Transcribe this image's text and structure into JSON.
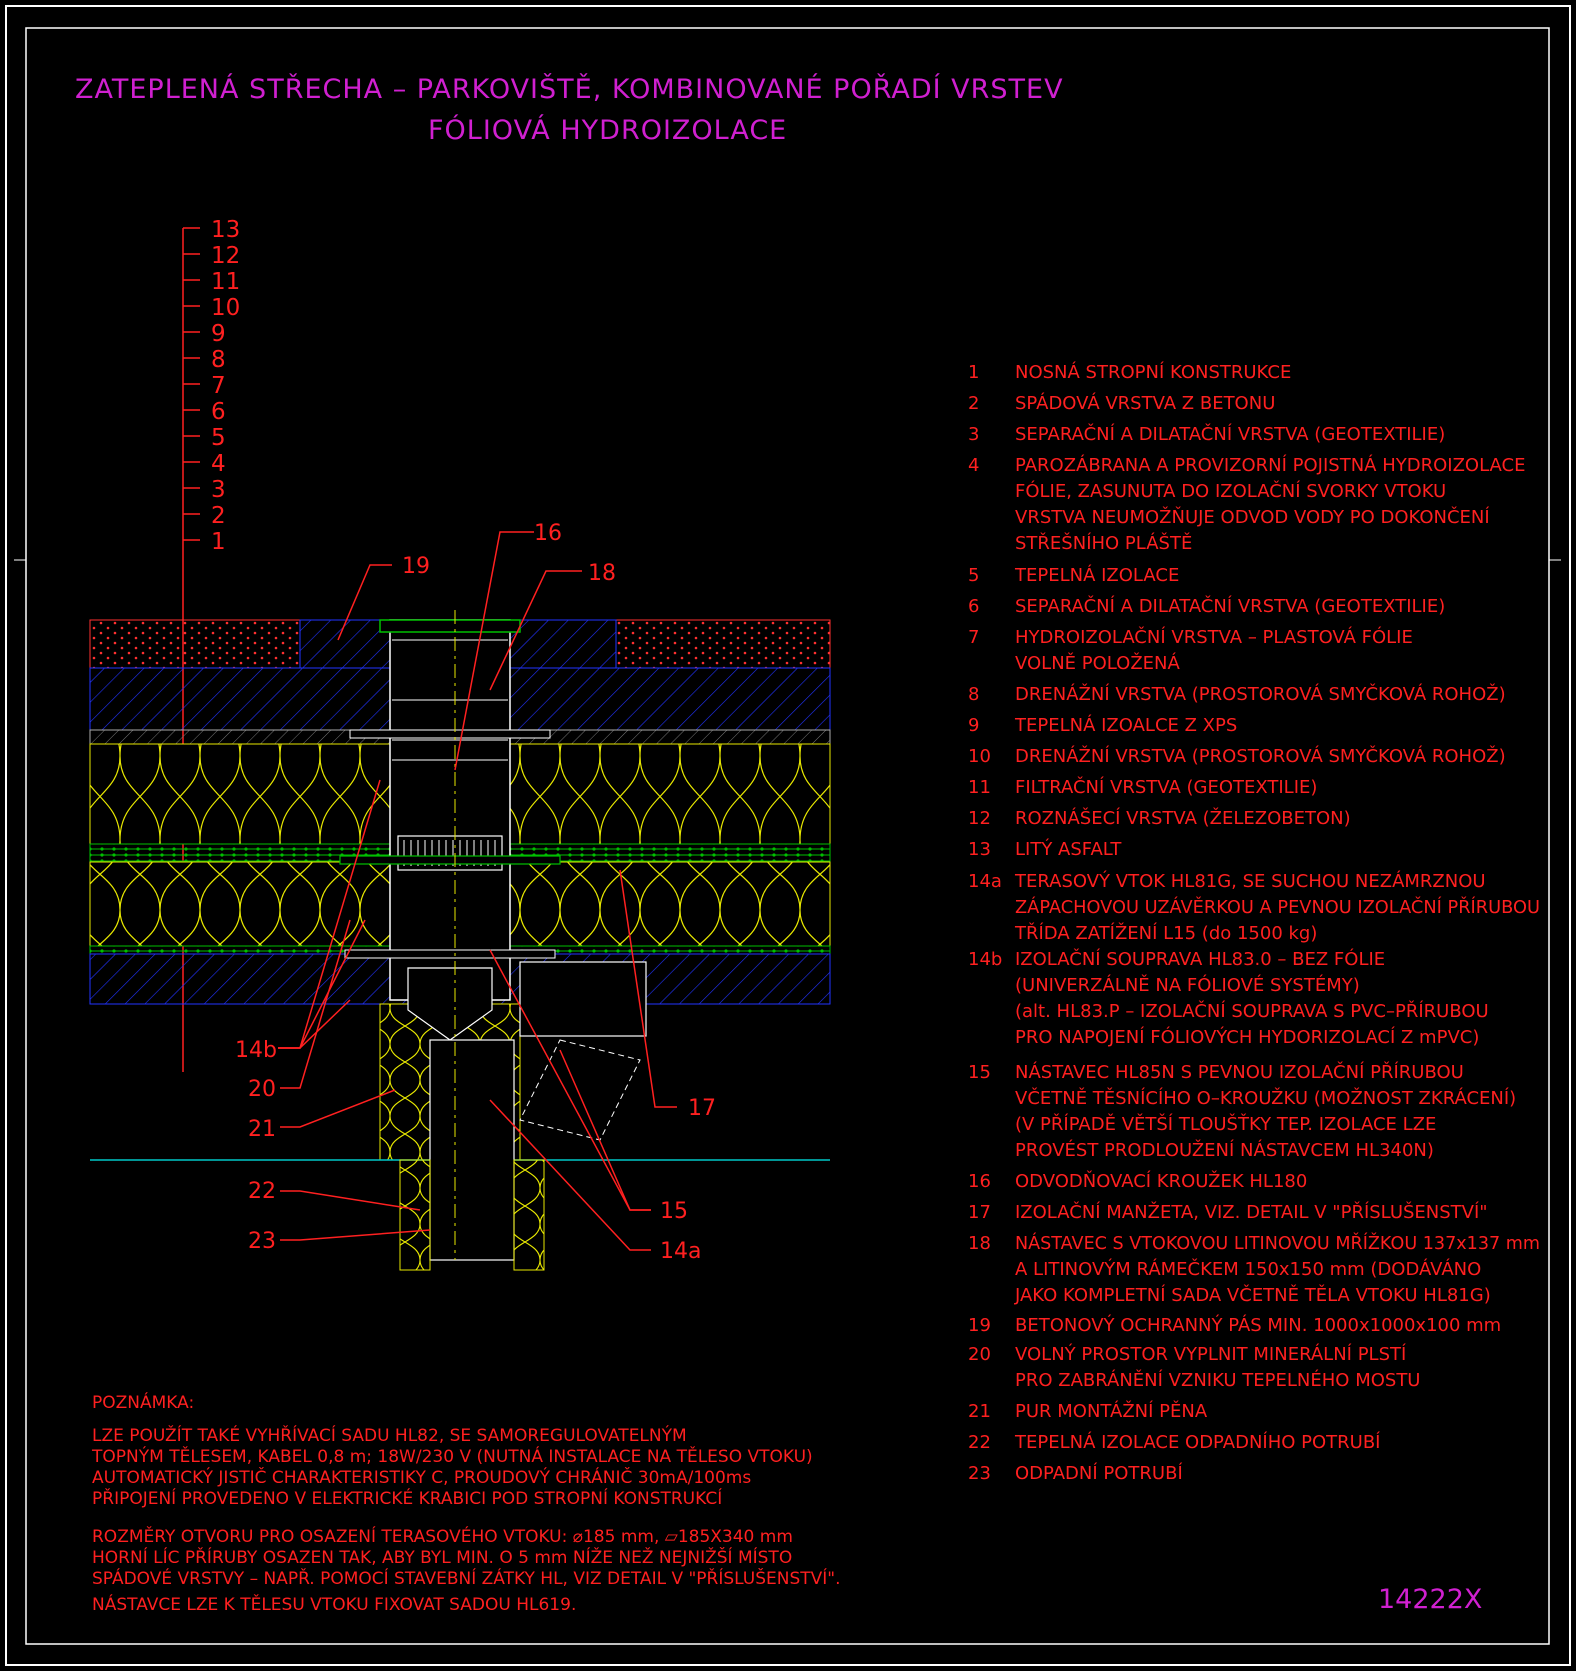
{
  "colors": {
    "background": "#000000",
    "frame": "#ffffff",
    "title": "#d020d0",
    "text": "#ff2020",
    "yellow": "#e8e800",
    "blue": "#2233ff",
    "green": "#00c000",
    "cyan": "#00c8c8",
    "concrete": "#ff3030"
  },
  "title": {
    "line1": "ZATEPLENÁ STŘECHA – PARKOVIŠTĚ, KOMBINOVANÉ POŘADÍ VRSTEV",
    "line2": "FÓLIOVÁ HYDROIZOLACE"
  },
  "layer_numbers": [
    "13",
    "12",
    "11",
    "10",
    "9",
    "8",
    "7",
    "6",
    "5",
    "4",
    "3",
    "2",
    "1"
  ],
  "callouts": {
    "c16": "16",
    "c19": "19",
    "c18": "18",
    "c17": "17",
    "c14b": "14b",
    "c20": "20",
    "c21": "21",
    "c22": "22",
    "c23": "23",
    "c15": "15",
    "c14a": "14a"
  },
  "legend": [
    {
      "num": "1",
      "lines": [
        "NOSNÁ STROPNÍ KONSTRUKCE"
      ]
    },
    {
      "num": "2",
      "lines": [
        "SPÁDOVÁ VRSTVA Z BETONU"
      ]
    },
    {
      "num": "3",
      "lines": [
        "SEPARAČNÍ A DILATAČNÍ VRSTVA (GEOTEXTILIE)"
      ]
    },
    {
      "num": "4",
      "lines": [
        "PAROZÁBRANA A PROVIZORNÍ POJISTNÁ HYDROIZOLACE",
        "FÓLIE, ZASUNUTA DO IZOLAČNÍ SVORKY VTOKU",
        "VRSTVA NEUMOŽŇUJE ODVOD VODY PO DOKONČENÍ",
        "STŘEŠNÍHO PLÁŠTĚ"
      ]
    },
    {
      "num": "5",
      "lines": [
        "TEPELNÁ IZOLACE"
      ]
    },
    {
      "num": "6",
      "lines": [
        "SEPARAČNÍ A DILATAČNÍ VRSTVA (GEOTEXTILIE)"
      ]
    },
    {
      "num": "7",
      "lines": [
        "HYDROIZOLAČNÍ VRSTVA – PLASTOVÁ FÓLIE",
        "VOLNĚ POLOŽENÁ"
      ]
    },
    {
      "num": "8",
      "lines": [
        "DRENÁŽNÍ VRSTVA (PROSTOROVÁ SMYČKOVÁ ROHOŽ)"
      ]
    },
    {
      "num": "9",
      "lines": [
        "TEPELNÁ IZOALCE Z XPS"
      ]
    },
    {
      "num": "10",
      "lines": [
        "DRENÁŽNÍ VRSTVA (PROSTOROVÁ SMYČKOVÁ ROHOŽ)"
      ]
    },
    {
      "num": "11",
      "lines": [
        "FILTRAČNÍ VRSTVA (GEOTEXTILIE)"
      ]
    },
    {
      "num": "12",
      "lines": [
        "ROZNÁŠECÍ VRSTVA (ŽELEZOBETON)"
      ]
    },
    {
      "num": "13",
      "lines": [
        "LITÝ ASFALT"
      ]
    },
    {
      "num": "14a",
      "lines": [
        "TERASOVÝ VTOK HL81G, SE SUCHOU NEZÁMRZNOU",
        "ZÁPACHOVOU UZÁVĚRKOU A PEVNOU IZOLAČNÍ PŘÍRUBOU",
        "TŘÍDA ZATÍŽENÍ L15 (do 1500 kg)"
      ]
    },
    {
      "num": "14b",
      "lines": [
        "IZOLAČNÍ SOUPRAVA HL83.0 – BEZ FÓLIE",
        "(UNIVERZÁLNĚ NA FÓLIOVÉ SYSTÉMY)",
        "(alt. HL83.P – IZOLAČNÍ SOUPRAVA S PVC–PŘÍRUBOU",
        "PRO NAPOJENÍ FÓLIOVÝCH HYDORIZOLACÍ Z mPVC)"
      ]
    },
    {
      "num": "15",
      "lines": [
        "NÁSTAVEC HL85N S PEVNOU IZOLAČNÍ PŘÍRUBOU",
        "VČETNĚ TĚSNÍCÍHO O–KROUŽKU (MOŽNOST ZKRÁCENÍ)",
        "(V PŘÍPADĚ VĚTŠÍ TLOUŠŤKY TEP. IZOLACE LZE",
        "PROVÉST PRODLOUŽENÍ NÁSTAVCEM HL340N)"
      ]
    },
    {
      "num": "16",
      "lines": [
        "ODVODŇOVACÍ KROUŽEK HL180"
      ]
    },
    {
      "num": "17",
      "lines": [
        "IZOLAČNÍ MANŽETA, VIZ. DETAIL V \"PŘÍSLUŠENSTVÍ\""
      ]
    },
    {
      "num": "18",
      "lines": [
        "NÁSTAVEC S VTOKOVOU LITINOVOU MŘÍŽKOU 137x137 mm",
        "A LITINOVÝM RÁMEČKEM 150x150 mm (DODÁVÁNO",
        "JAKO KOMPLETNÍ SADA VČETNĚ TĚLA VTOKU HL81G)"
      ]
    },
    {
      "num": "19",
      "lines": [
        "BETONOVÝ OCHRANNÝ PÁS MIN. 1000x1000x100 mm"
      ]
    },
    {
      "num": "20",
      "lines": [
        "VOLNÝ PROSTOR VYPLNIT MINERÁLNÍ PLSTÍ",
        "PRO ZABRÁNĚNÍ VZNIKU TEPELNÉHO MOSTU"
      ]
    },
    {
      "num": "21",
      "lines": [
        "PUR MONTÁŽNÍ PĚNA"
      ]
    },
    {
      "num": "22",
      "lines": [
        "TEPELNÁ IZOLACE ODPADNÍHO POTRUBÍ"
      ]
    },
    {
      "num": "23",
      "lines": [
        "ODPADNÍ POTRUBÍ"
      ]
    }
  ],
  "note": {
    "heading": "POZNÁMKA:",
    "para1": [
      "LZE POUŽÍT TAKÉ VYHŘÍVACÍ SADU HL82, SE SAMOREGULOVATELNÝM",
      "TOPNÝM TĚLESEM, KABEL 0,8 m; 18W/230 V (NUTNÁ INSTALACE NA TĚLESO VTOKU)",
      "AUTOMATICKÝ JISTIČ CHARAKTERISTIKY C, PROUDOVÝ CHRÁNIČ 30mA/100ms",
      "PŘIPOJENÍ PROVEDENO V ELEKTRICKÉ KRABICI POD STROPNÍ KONSTRUKCÍ"
    ],
    "para2": [
      "ROZMĚRY OTVORU PRO OSAZENÍ TERASOVÉHO VTOKU: ⌀185 mm, ▱185X340 mm",
      "HORNÍ LÍC PŘÍRUBY OSAZEN TAK, ABY BYL MIN. O 5 mm NÍŽE NEŽ NEJNIŽŠÍ MÍSTO",
      "SPÁDOVÉ VRSTVY – NAPŘ. POMOCÍ STAVEBNÍ ZÁTKY HL, VIZ DETAIL V \"PŘÍSLUŠENSTVÍ\".",
      "NÁSTAVCE LZE K TĚLESU VTOKU FIXOVAT SADOU HL619."
    ]
  },
  "drawing_code": "14222X"
}
